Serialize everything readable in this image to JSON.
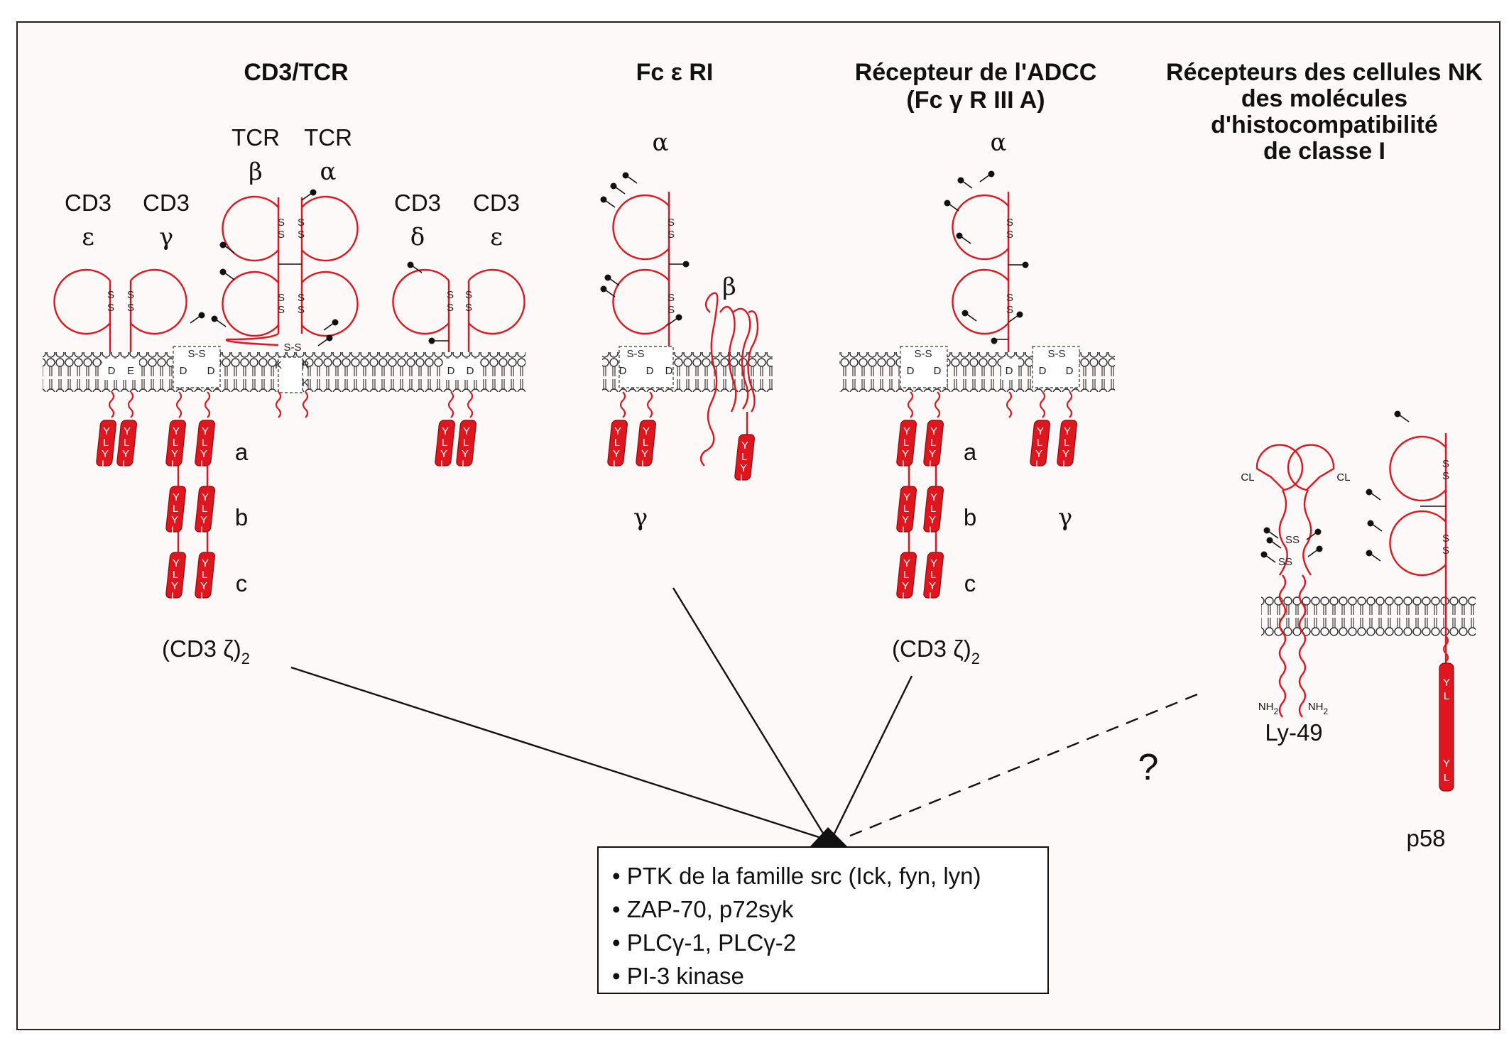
{
  "titles": {
    "cd3tcr": "CD3/TCR",
    "fceri": "Fc ε RI",
    "adcc1": "Récepteur de l'ADCC",
    "adcc2": "(Fc γ R III A)",
    "nk": [
      "Récepteurs des cellules NK",
      "des molécules",
      "d'histocompatibilité",
      "de classe I"
    ]
  },
  "cd3tcr_labels": {
    "cd3": "CD3",
    "tcr": "TCR",
    "epsilon": "ε",
    "gamma": "γ",
    "delta": "δ",
    "beta": "β",
    "alpha": "α",
    "zeta": "(CD3 ζ)",
    "zeta_sub": "2",
    "itam_a": "a",
    "itam_b": "b",
    "itam_c": "c",
    "ss": "S-S",
    "tm_D": "D",
    "tm_E": "E",
    "tm_K": "K",
    "tm_R": "R"
  },
  "fceri_labels": {
    "alpha": "α",
    "beta": "β",
    "gamma": "γ"
  },
  "adcc_labels": {
    "alpha": "α",
    "gamma": "γ",
    "itam_a": "a",
    "itam_b": "b",
    "itam_c": "c",
    "zeta": "(CD3 ζ)",
    "zeta_sub": "2"
  },
  "nk_labels": {
    "cl": "CL",
    "nh2": "NH",
    "nh2_sub": "2",
    "ly49": "Ly-49",
    "p58": "p58",
    "y": "Y",
    "l": "L",
    "ss": "SS"
  },
  "question_mark": "?",
  "signaling_box": {
    "items": [
      "• PTK de la famille src (Ick, fyn, lyn)",
      "• ZAP-70, p72syk",
      "• PLCγ-1, PLCγ-2",
      "• PI-3 kinase"
    ]
  },
  "colors": {
    "receptor": "#e0161e",
    "membrane": "#555555",
    "line": "#111111"
  }
}
